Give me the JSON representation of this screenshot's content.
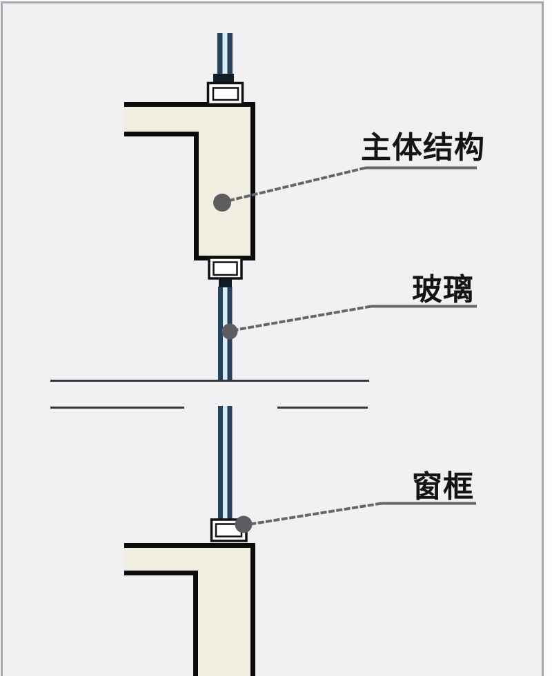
{
  "figure": {
    "title": "curtain-wall glass to structure section detail",
    "labels": {
      "structure": "主体结构",
      "glass": "玻璃",
      "window_frame": "窗框"
    }
  },
  "colors": {
    "page-bg": "#fcfcfc",
    "canvas-bg": "#f1f0f2",
    "frame-border": "#a7a7ad",
    "structure-fill": "#efeee1",
    "structure-outline": "#0c0c0c",
    "glass-dark": "#27445c",
    "glass-light": "#d9edf6",
    "glass-shoe": "#101c28",
    "clamp-fill": "#ffffff",
    "clamp-border": "#111111",
    "break-line": "#35353b",
    "leader": "#66666a",
    "dot": "#5d5d61",
    "label-text": "#141414"
  }
}
